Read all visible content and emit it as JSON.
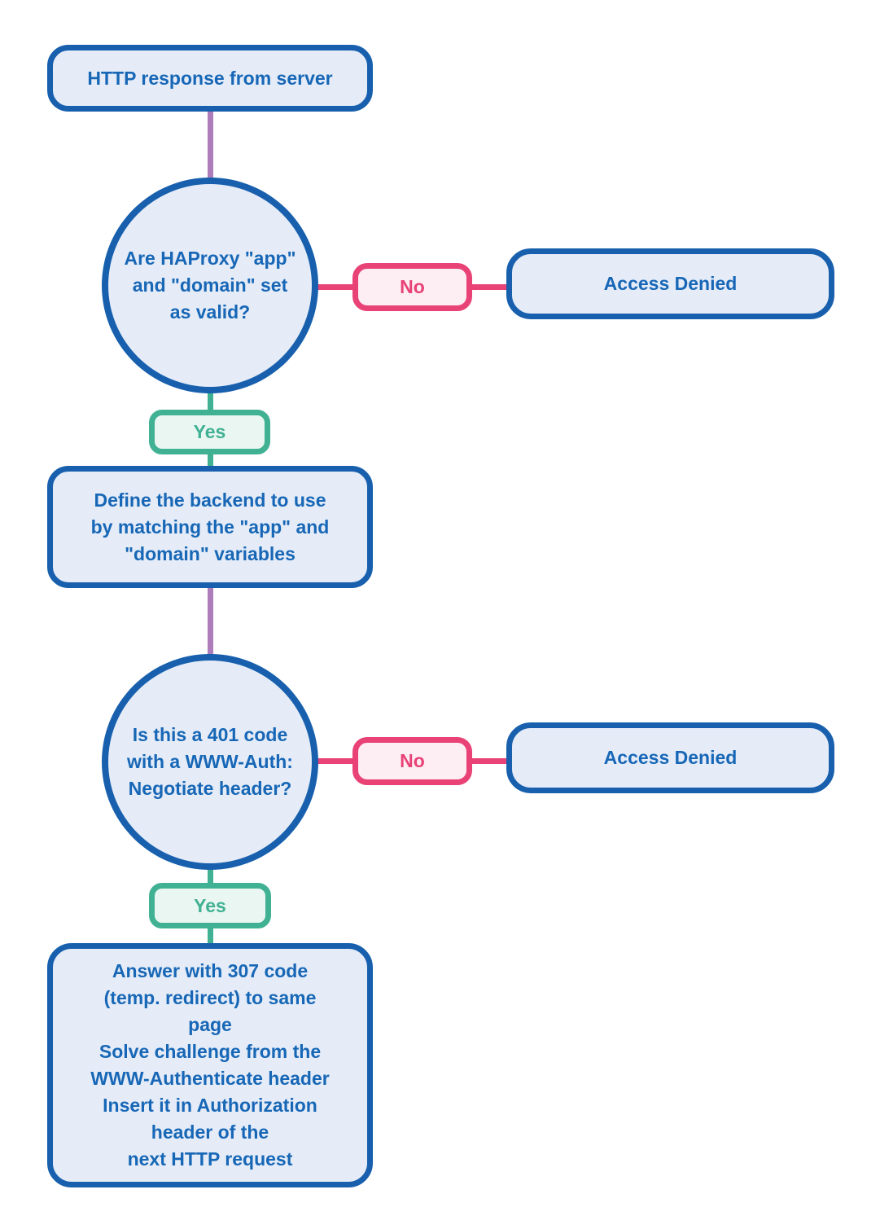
{
  "colors": {
    "blue": "#1860ad",
    "blue_text": "#1767b6",
    "blue_fill": "#e5ecf8",
    "pink": "#e84277",
    "pink_fill": "#fdeef4",
    "green": "#41b193",
    "green_fill": "#e9f6f1",
    "purple": "#ad7cba"
  },
  "nodes": {
    "start": {
      "label": "HTTP response from server"
    },
    "decision1": {
      "lines": [
        "Are HAProxy \"app\"",
        "and \"domain\" set",
        "as valid?"
      ]
    },
    "no1": {
      "label": "No"
    },
    "access_denied1": {
      "label": "Access Denied"
    },
    "yes1": {
      "label": "Yes"
    },
    "process1": {
      "lines": [
        "Define the backend to use",
        "by matching the \"app\" and",
        "\"domain\" variables"
      ]
    },
    "decision2": {
      "lines": [
        "Is this a 401 code",
        "with a WWW-Auth:",
        "Negotiate header?"
      ]
    },
    "no2": {
      "label": "No"
    },
    "access_denied2": {
      "label": "Access Denied"
    },
    "yes2": {
      "label": "Yes"
    },
    "process2": {
      "lines": [
        "Answer with 307 code",
        "(temp. redirect) to same",
        "page",
        "Solve challenge from the",
        "WWW-Authenticate header",
        "Insert it in Authorization",
        "header of the",
        "next HTTP request"
      ]
    }
  }
}
